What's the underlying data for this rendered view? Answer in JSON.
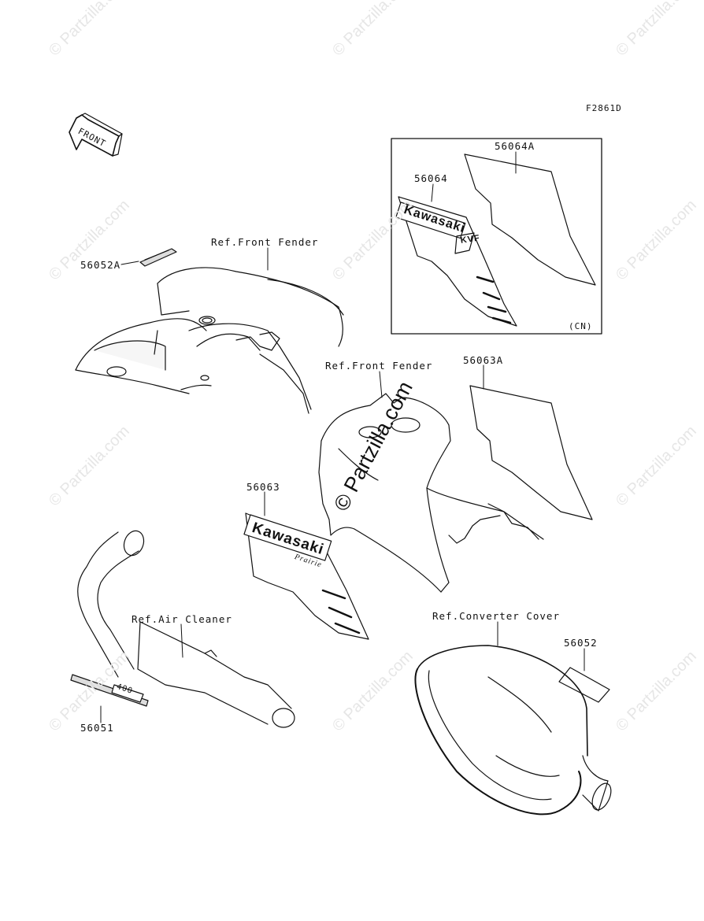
{
  "diagram": {
    "figure_code": "F2861D",
    "front_arrow_label": "FRONT",
    "inset_region_code": "(CN)",
    "decal_text_kawasaki": "Kawasaki",
    "decal_text_kvf": "KVF",
    "decal_text_prairie": "Prairie",
    "decal_text_model": "400",
    "colors": {
      "line": "#111111",
      "shade": "#888888",
      "light_fill": "#f4f4f4",
      "watermark": "#e6e6e6"
    }
  },
  "parts": [
    {
      "number": "56064A"
    },
    {
      "number": "56064"
    },
    {
      "number": "56052A"
    },
    {
      "number": "56063A"
    },
    {
      "number": "56063"
    },
    {
      "number": "56052"
    },
    {
      "number": "56051"
    }
  ],
  "references": [
    {
      "text": "Ref.Front Fender"
    },
    {
      "text": "Ref.Front Fender"
    },
    {
      "text": "Ref.Air Cleaner"
    },
    {
      "text": "Ref.Converter Cover"
    }
  ],
  "watermark": {
    "small_text": "© Partzilla.com",
    "large_text": "© Partzilla.com"
  }
}
